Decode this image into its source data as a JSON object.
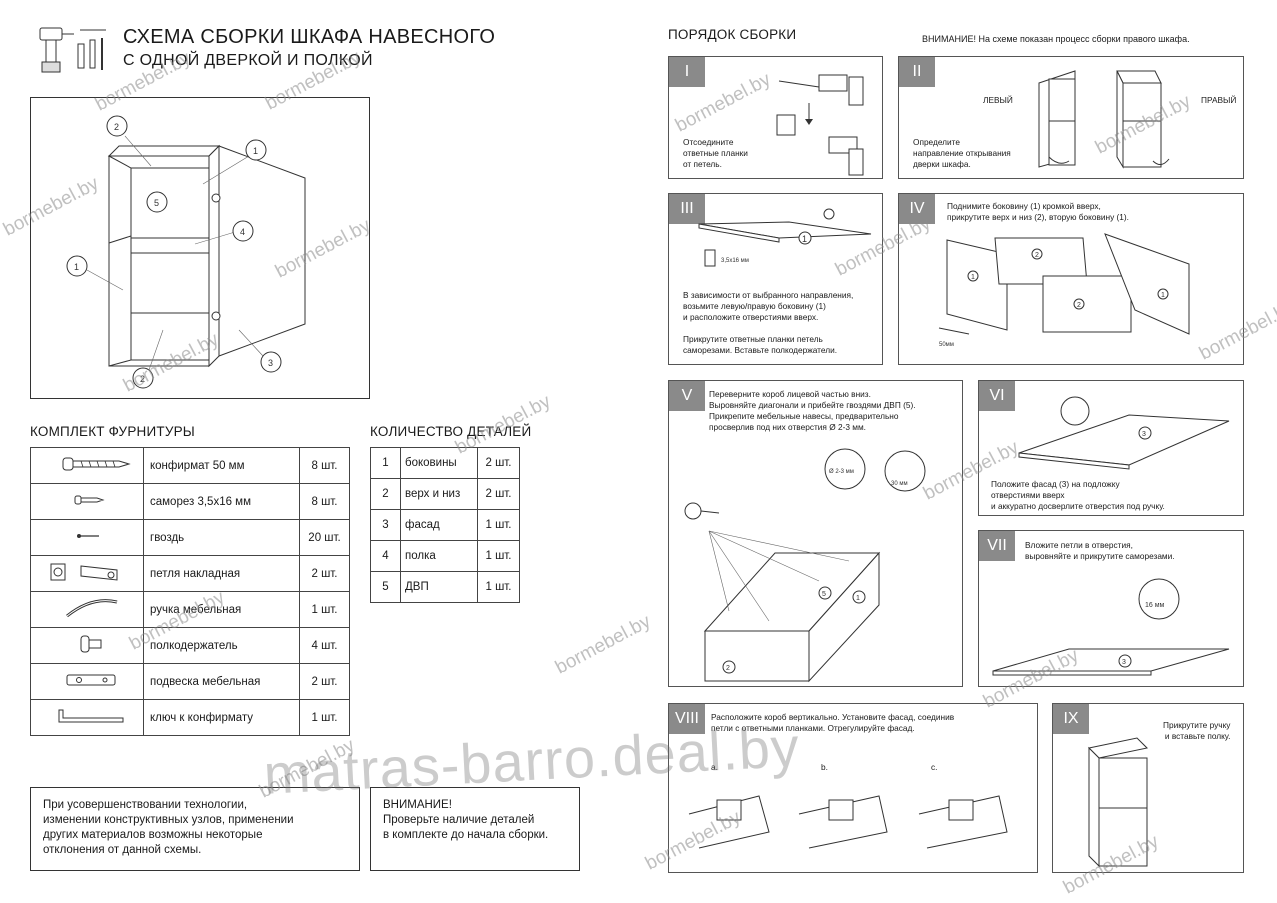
{
  "header": {
    "title_line1": "СХЕМА СБОРКИ ШКАФА НАВЕСНОГО",
    "title_line2": "С ОДНОЙ ДВЕРКОЙ И ПОЛКОЙ"
  },
  "hardware": {
    "heading": "КОМПЛЕКТ ФУРНИТУРЫ",
    "items": [
      {
        "icon": "confirmat-screw-icon",
        "name": "конфирмат 50 мм",
        "qty": "8 шт."
      },
      {
        "icon": "small-screw-icon",
        "name": "саморез 3,5х16 мм",
        "qty": "8 шт."
      },
      {
        "icon": "nail-icon",
        "name": "гвоздь",
        "qty": "20 шт."
      },
      {
        "icon": "hinge-icon",
        "name": "петля накладная",
        "qty": "2 шт."
      },
      {
        "icon": "handle-icon",
        "name": "ручка мебельная",
        "qty": "1 шт."
      },
      {
        "icon": "shelf-pin-icon",
        "name": "полкодержатель",
        "qty": "4 шт."
      },
      {
        "icon": "hanger-icon",
        "name": "подвеска мебельная",
        "qty": "2 шт."
      },
      {
        "icon": "hex-key-icon",
        "name": "ключ к конфирмату",
        "qty": "1 шт."
      }
    ]
  },
  "parts": {
    "heading": "КОЛИЧЕСТВО ДЕТАЛЕЙ",
    "items": [
      {
        "n": "1",
        "name": "боковины",
        "qty": "2 шт."
      },
      {
        "n": "2",
        "name": "верх и низ",
        "qty": "2 шт."
      },
      {
        "n": "3",
        "name": "фасад",
        "qty": "1 шт."
      },
      {
        "n": "4",
        "name": "полка",
        "qty": "1 шт."
      },
      {
        "n": "5",
        "name": "ДВП",
        "qty": "1 шт."
      }
    ]
  },
  "main_diagram_labels": [
    "1",
    "2",
    "1",
    "2",
    "3",
    "4",
    "5"
  ],
  "notes": {
    "improvement": [
      "При усовершенствовании технологии,",
      "изменении конструктивных узлов, применении",
      "других материалов возможны некоторые",
      "отклонения от данной схемы."
    ],
    "warning_title": "ВНИМАНИЕ!",
    "warning_lines": [
      "Проверьте наличие деталей",
      "в комплекте до начала сборки."
    ]
  },
  "order": {
    "heading": "ПОРЯДОК СБОРКИ",
    "attention": "ВНИМАНИЕ! На схеме показан процесс сборки правого шкафа."
  },
  "steps": {
    "s1": {
      "num": "I",
      "text": [
        "Отсоедините",
        "ответные планки",
        "от петель."
      ]
    },
    "s2": {
      "num": "II",
      "left": "ЛЕВЫЙ",
      "right": "ПРАВЫЙ",
      "text": [
        "Определите",
        "направление открывания",
        "дверки шкафа."
      ]
    },
    "s3": {
      "num": "III",
      "size": "3,5х16 мм",
      "text": [
        "В зависимости от выбранного направления,",
        "возьмите левую/правую боковину (1)",
        "и  расположите отверстиями вверх.",
        "",
        "Прикрутите ответные планки петель",
        "саморезами. Вставьте полкодержатели."
      ]
    },
    "s4": {
      "num": "IV",
      "size": "50мм",
      "text": [
        "Поднимите боковину (1) кромкой вверх,",
        "прикрутите верх и низ (2), вторую боковину (1)."
      ]
    },
    "s5": {
      "num": "V",
      "drill": "Ø 2-3 мм",
      "depth": "30 мм",
      "text": [
        "Переверните короб лицевой частью вниз.",
        "Выровняйте диагонали и  прибейте гвоздями ДВП (5).",
        "Прикрепите мебельные навесы, предварительно",
        "просверлив под них отверстия Ø 2-3 мм."
      ]
    },
    "s6": {
      "num": "VI",
      "text": [
        "Положите фасад (3) на подложку",
        "отверстиями вверх",
        "и аккуратно досверлите отверстия под ручку."
      ]
    },
    "s7": {
      "num": "VII",
      "size": "16 мм",
      "text": [
        "Вложите петли в отверстия,",
        "выровняйте и прикрутите саморезами."
      ]
    },
    "s8": {
      "num": "VIII",
      "sub": [
        "a.",
        "b.",
        "c."
      ],
      "text": [
        "Расположите короб вертикально. Установите фасад, соединив",
        "петли с ответными планками. Отрегулируйте фасад."
      ]
    },
    "s9": {
      "num": "IX",
      "text": [
        "Прикрутите ручку",
        "и вставьте полку."
      ]
    }
  },
  "watermarks": {
    "small": "bormebel.by",
    "big": "matras-barro.deal.by"
  }
}
